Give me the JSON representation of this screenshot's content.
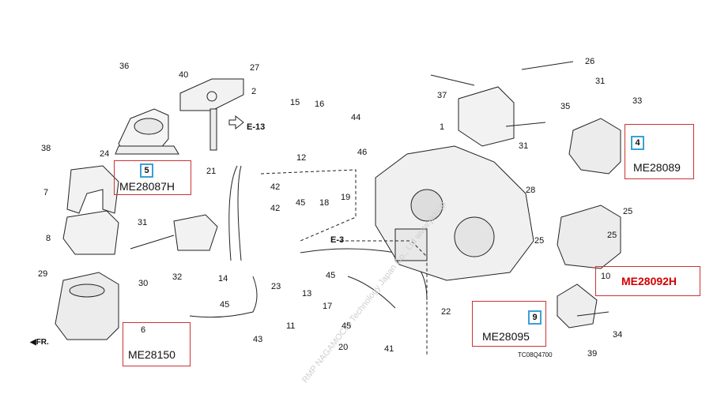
{
  "diagram_code": "TC08Q4700",
  "watermark": "RMP NAGAMOCHI Technology Japan Co., Ltd  www.jikiu.jp",
  "references": [
    "E-13",
    "E-3"
  ],
  "fr_label": "FR.",
  "callouts": [
    {
      "num": "5",
      "code": "ME28087H"
    },
    {
      "num": "4",
      "code": "ME28089"
    },
    {
      "num": "10",
      "code": "ME28092H"
    },
    {
      "num": "9",
      "code": "ME28095"
    },
    {
      "num": "6",
      "code": "ME28150"
    }
  ],
  "part_numbers": [
    "1",
    "2",
    "7",
    "8",
    "11",
    "12",
    "13",
    "14",
    "15",
    "16",
    "17",
    "18",
    "19",
    "20",
    "21",
    "22",
    "23",
    "24",
    "25",
    "25",
    "25",
    "26",
    "27",
    "28",
    "29",
    "30",
    "31",
    "31",
    "31",
    "32",
    "33",
    "34",
    "35",
    "36",
    "37",
    "38",
    "39",
    "40",
    "41",
    "42",
    "42",
    "43",
    "44",
    "45",
    "45",
    "45",
    "45",
    "46"
  ]
}
